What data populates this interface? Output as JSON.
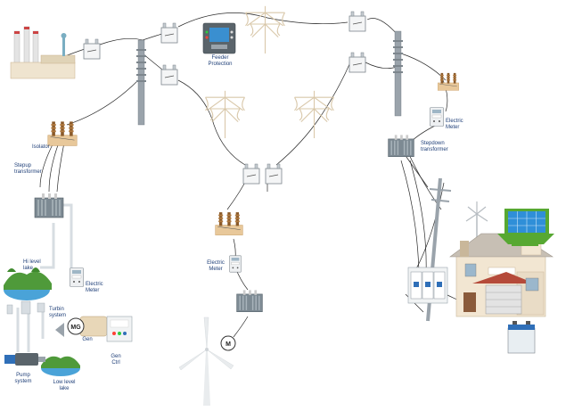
{
  "labels": {
    "feeder_protection": "Feeder\nProtection",
    "isolator": "Isolator",
    "stepup_transformer": "Stepup\ntransformer",
    "electric_meter_right": "Electric\nMeter",
    "stepdown_transformer": "Stepdown\ntransformer",
    "electric_meter_center": "Electric\nMeter",
    "electric_meter_left": "Electric\nMeter",
    "hi_level_lake": "Hi level\nlake",
    "turbin_system": "Turbin\nsystem",
    "gen": "Gen",
    "gen_ctrl": "Gen\nCtrl",
    "pump_system": "Pump\nsystem",
    "low_level_lake": "Low level\nlake"
  },
  "symbols": {
    "motor_generator": "MG",
    "motor": "M"
  },
  "colors": {
    "label_text": "#1f3f78",
    "wire": "#2b2b2b",
    "pole": "#9aa3ab",
    "transformer": "#7d8a93",
    "isolator_base": "#e8c89a",
    "water": "#4aa3d8",
    "grass": "#4f9a3a",
    "solar_panel": "#2f8fd8",
    "solar_frame": "#57a832",
    "feeder_screen": "#3a8fd0"
  },
  "icons": [
    "power-plant-icon",
    "high-voltage-pole-icon",
    "transmission-tower-icon",
    "switch-box-icon",
    "feeder-protection-relay-icon",
    "isolator-icon",
    "transformer-icon",
    "electric-meter-icon",
    "wind-turbine-icon",
    "solar-panel-icon",
    "house-icon",
    "battery-icon",
    "breaker-panel-icon",
    "lake-icon",
    "turbine-icon",
    "pump-icon",
    "generator-icon",
    "gen-control-icon",
    "motor-icon"
  ]
}
